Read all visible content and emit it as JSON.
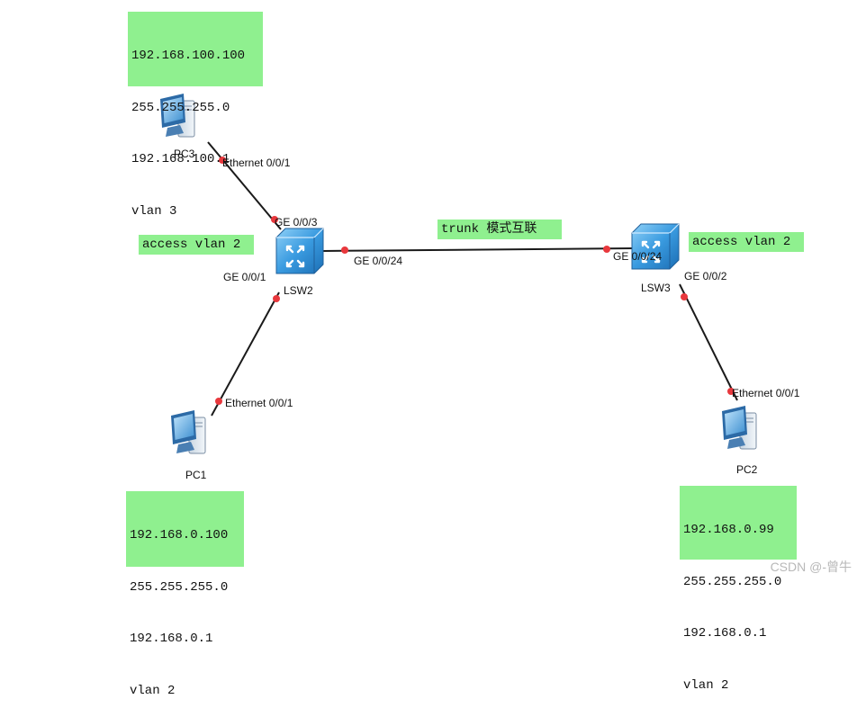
{
  "notes": {
    "pc3": [
      "192.168.100.100",
      "255.255.255.0",
      "192.168.100.1",
      "vlan 3"
    ],
    "pc1": [
      "192.168.0.100",
      "255.255.255.0",
      "192.168.0.1",
      "vlan 2"
    ],
    "pc2": [
      "192.168.0.99",
      "255.255.255.0",
      "192.168.0.1",
      "vlan 2"
    ],
    "lsw2_access": "access vlan 2",
    "lsw3_access": "access vlan 2",
    "trunk": "trunk 模式互联"
  },
  "devices": {
    "pc3": "PC3",
    "pc1": "PC1",
    "pc2": "PC2",
    "lsw2": "LSW2",
    "lsw3": "LSW3"
  },
  "ports": {
    "pc3_eth": "Ethernet 0/0/1",
    "lsw2_ge3": "GE 0/0/3",
    "lsw2_ge1": "GE 0/0/1",
    "lsw2_ge24": "GE 0/0/24",
    "pc1_eth": "Ethernet 0/0/1",
    "lsw3_ge24": "GE 0/0/24",
    "lsw3_ge2": "GE 0/0/2",
    "pc2_eth": "Ethernet 0/0/1"
  },
  "watermark": "CSDN @-曾牛",
  "colors": {
    "note_bg": "#8ff08f",
    "link": "#1a1a1a",
    "port_dot": "#e8383d",
    "switch_blue": "#2f8fd8",
    "pc_blue": "#3a86c8"
  }
}
